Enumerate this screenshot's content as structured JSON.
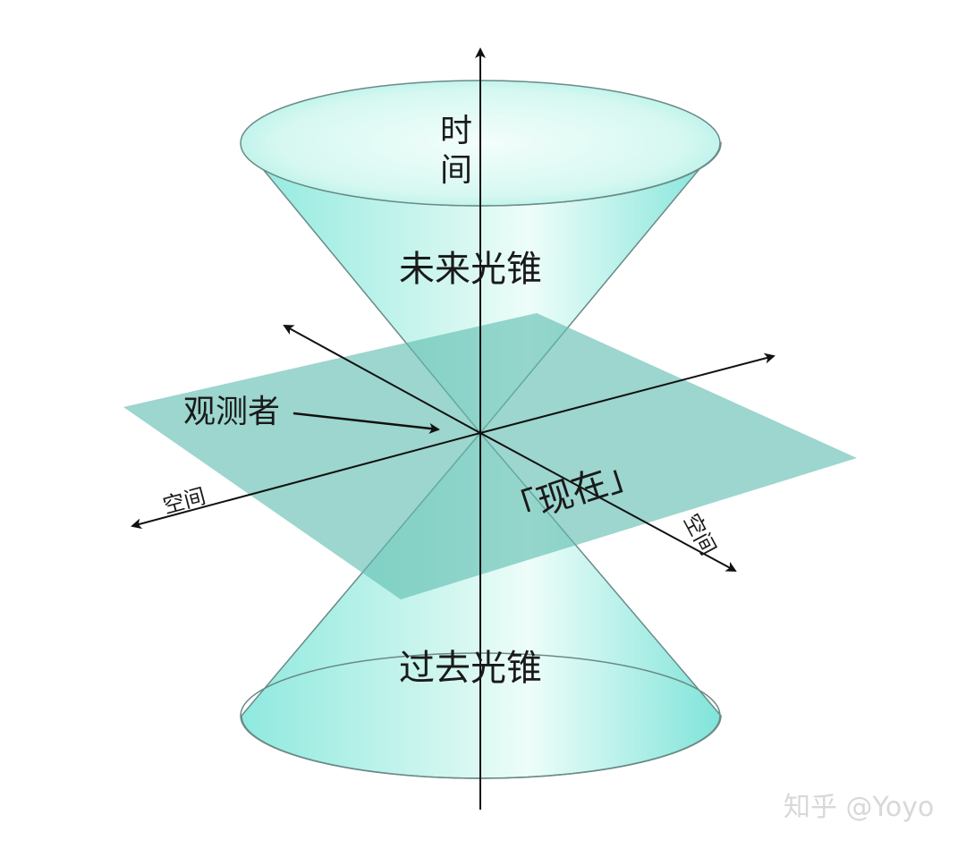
{
  "labels": {
    "time_char1": "时",
    "time_char2": "间",
    "future_cone": "未来光锥",
    "past_cone": "过去光锥",
    "observer": "观测者",
    "space_left": "空间",
    "space_right": "空间",
    "now": "「现在」"
  },
  "watermark": "知乎 @Yoyo",
  "colors": {
    "cone_fill_light": "#e6fbf6",
    "cone_fill_dark": "#7fe8de",
    "cone_edge": "#6a8a86",
    "plane_fill": "#7fcfc3",
    "axis": "#111111",
    "text": "#1a1a1a"
  }
}
